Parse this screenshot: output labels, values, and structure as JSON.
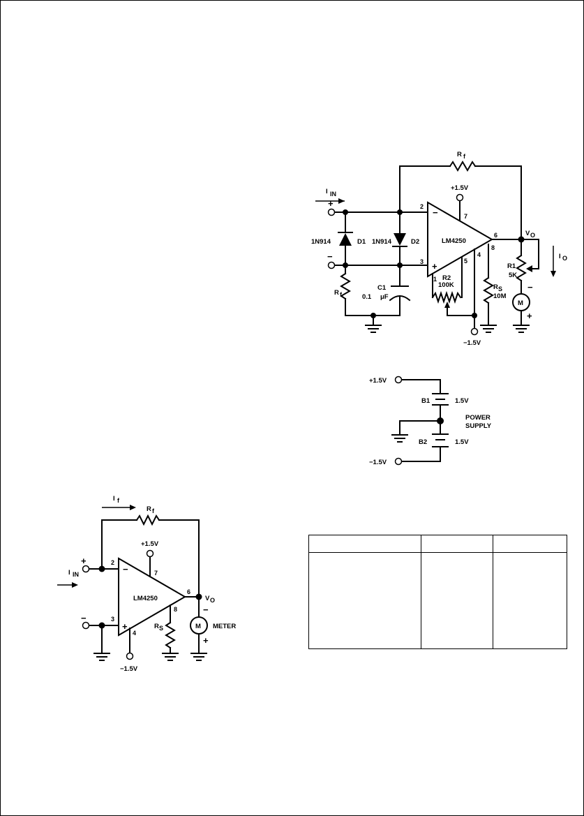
{
  "fig1": {
    "current_in": "I",
    "current_in_sub": "IN",
    "plus": "+",
    "minus": "−",
    "minus_input": "−",
    "rf": "R",
    "rf_sub": "f",
    "rf2": "R",
    "rf2_sub": "f",
    "supply_pos": "+1.5V",
    "supply_neg": "−1.5V",
    "pin2": "2",
    "pin3": "3",
    "pin7": "7",
    "pin6": "6",
    "pin8": "8",
    "pin4": "4",
    "pin5": "5",
    "pin1": "1",
    "opamp": "LM4250",
    "opamp_minus": "−",
    "opamp_plus": "+",
    "diode1": "1N914",
    "diode1_name": "D1",
    "diode2": "1N914",
    "diode2_name": "D2",
    "c1_name": "C1",
    "c1_value": "0.1",
    "c1_unit": "μF",
    "r2_name": "R2",
    "r2_value": "100K",
    "rs": "R",
    "rs_sub": "S",
    "rs_value": "10M",
    "vo": "V",
    "vo_sub": "O",
    "io": "I",
    "io_sub": "O",
    "r1_name": "R1",
    "r1_value": "5K",
    "meter": "M",
    "meter_minus": "−",
    "meter_plus": "+"
  },
  "supply": {
    "pos": "+1.5V",
    "neg": "−1.5V",
    "b1": "B1",
    "b1_v": "1.5V",
    "b2": "B2",
    "b2_v": "1.5V",
    "title1": "POWER",
    "title2": "SUPPLY"
  },
  "fig2": {
    "if": "I",
    "if_sub": "f",
    "rf": "R",
    "rf_sub": "f",
    "supply_pos": "+1.5V",
    "supply_neg": "−1.5V",
    "iin": "I",
    "iin_sub": "IN",
    "plus": "+",
    "minus": "−",
    "pin2": "2",
    "pin3": "3",
    "pin7": "7",
    "pin6": "6",
    "pin8": "8",
    "pin4": "4",
    "opamp": "LM4250",
    "opamp_minus": "−",
    "opamp_plus": "+",
    "rs": "R",
    "rs_sub": "S",
    "vo": "V",
    "vo_sub": "O",
    "meter": "M",
    "meter_minus": "−",
    "meter_plus": "+",
    "meter_label": "METER"
  }
}
